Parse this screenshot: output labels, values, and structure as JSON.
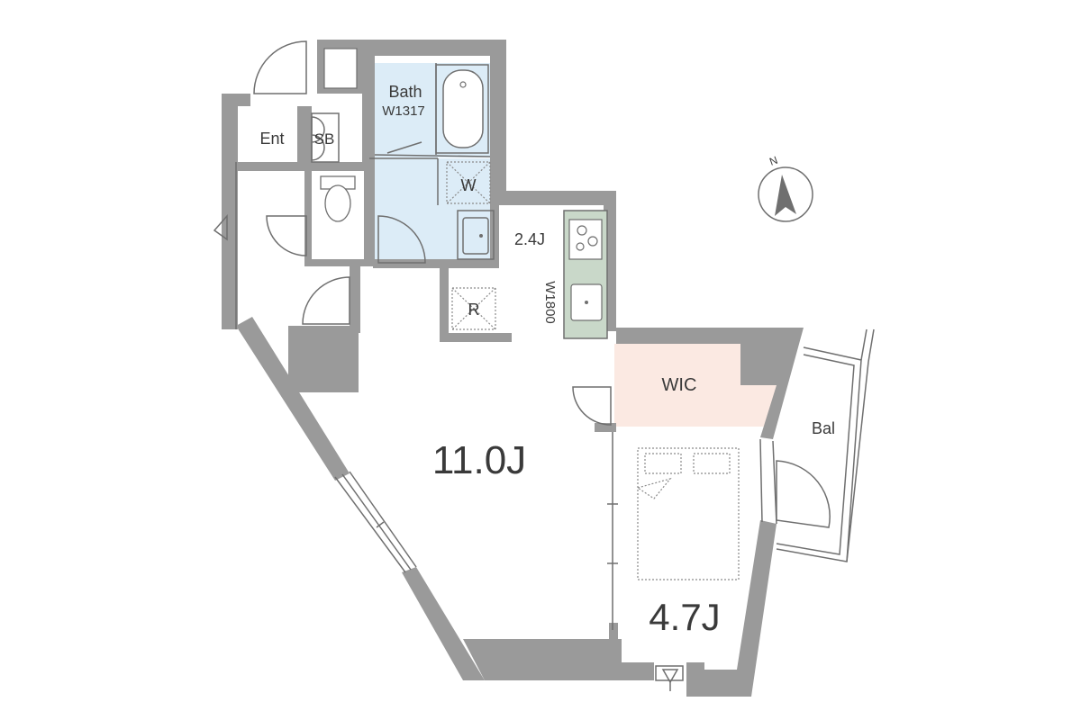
{
  "labels": {
    "bath": "Bath",
    "bath_size": "W1317",
    "entrance": "Ent",
    "shoe_box": "SB",
    "washer": "W",
    "refrigerator": "R",
    "kitchen_area": "2.4J",
    "kitchen_width": "W1800",
    "walk_in_closet": "WIC",
    "balcony": "Bal",
    "living_room": "11.0J",
    "bedroom": "4.7J",
    "compass": "N"
  },
  "colors": {
    "wall": "#9a9a9a",
    "wet_area": "#dcecf7",
    "wic": "#fbe9e2",
    "kitchen_counter": "#c9d8c9"
  }
}
